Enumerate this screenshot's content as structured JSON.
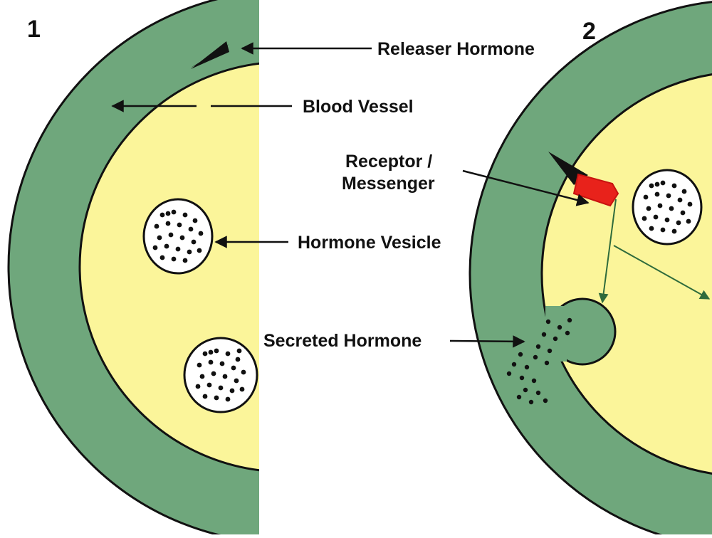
{
  "panels": {
    "panel_1": {
      "number": "1"
    },
    "panel_2": {
      "number": "2"
    }
  },
  "labels": {
    "releaser_hormone": "Releaser Hormone",
    "blood_vessel": "Blood Vessel",
    "receptor_line1": "Receptor /",
    "receptor_line2": "Messenger",
    "hormone_vesicle": "Hormone Vesicle",
    "secreted_hormone": "Secreted Hormone"
  },
  "colors": {
    "vessel_wall": "#6fa77c",
    "cell_interior": "#fbf59a",
    "receptor": "#e8221b",
    "vesicle_fill": "#ffffff",
    "outline": "#111111"
  }
}
